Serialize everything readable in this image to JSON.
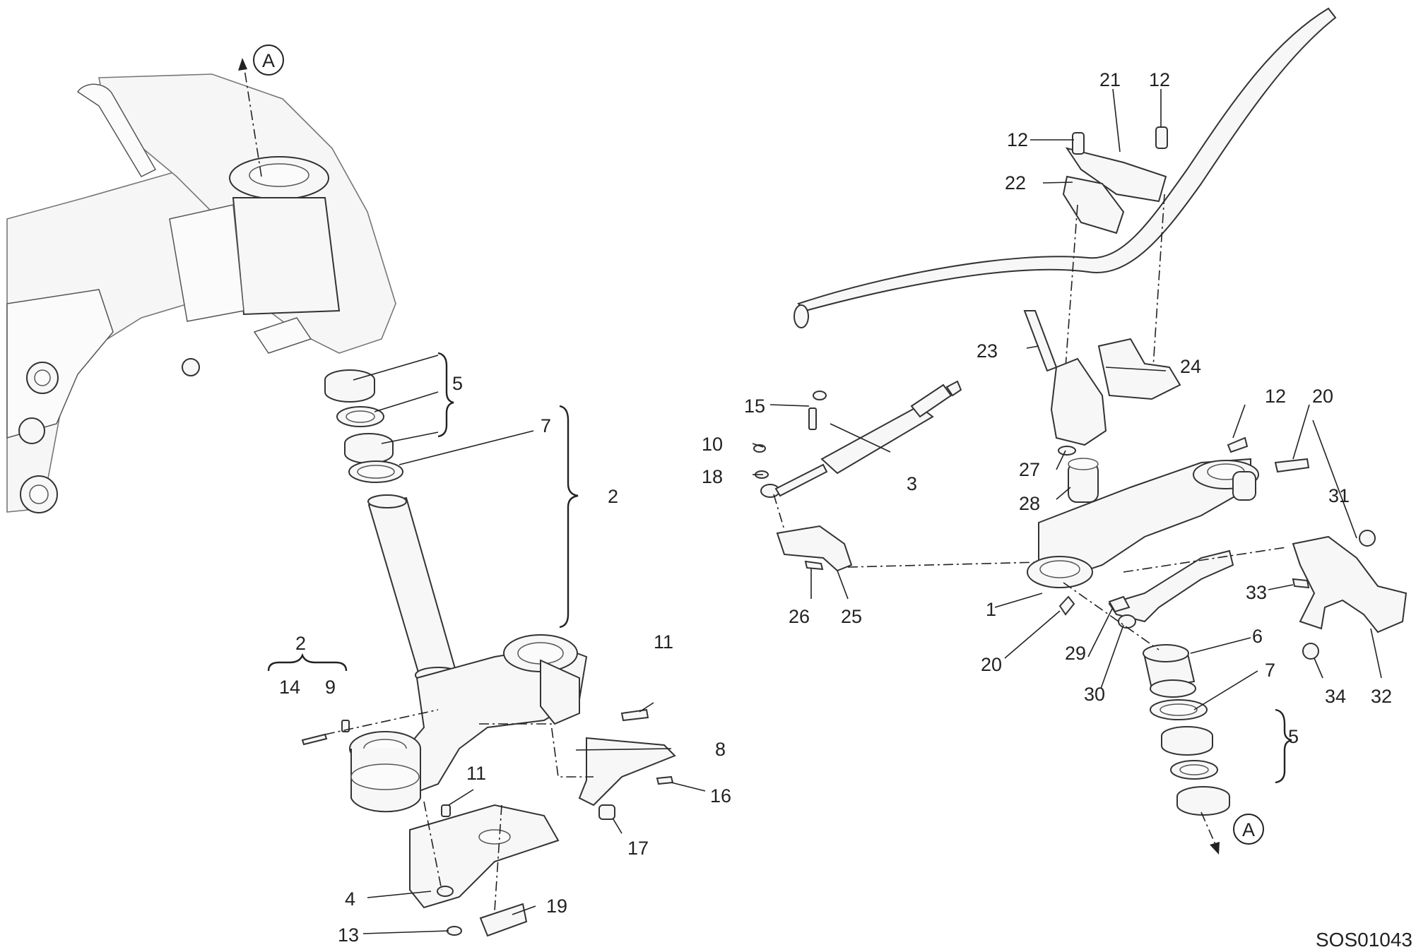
{
  "drawing_code": "SOS01043",
  "reference_mark": "A",
  "callouts": {
    "c1": "1",
    "c2a": "2",
    "c2b": "2",
    "c3": "3",
    "c4": "4",
    "c5a": "5",
    "c5b": "5",
    "c6": "6",
    "c7a": "7",
    "c7b": "7",
    "c8": "8",
    "c9": "9",
    "c10": "10",
    "c11a": "11",
    "c11b": "11",
    "c12a": "12",
    "c12b": "12",
    "c12c": "12",
    "c13": "13",
    "c14": "14",
    "c15": "15",
    "c16": "16",
    "c17": "17",
    "c18": "18",
    "c19": "19",
    "c20a": "20",
    "c20b": "20",
    "c21": "21",
    "c22": "22",
    "c23": "23",
    "c24": "24",
    "c25": "25",
    "c26": "26",
    "c27": "27",
    "c28": "28",
    "c29": "29",
    "c30": "30",
    "c31": "31",
    "c32": "32",
    "c33": "33",
    "c34": "34"
  }
}
